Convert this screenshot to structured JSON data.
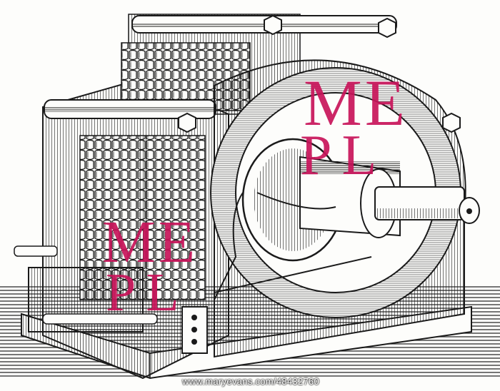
{
  "image": {
    "subject": "engraving-of-electric-dynamo"
  },
  "watermarks": [
    {
      "line1": "ME",
      "line2": "PL"
    },
    {
      "line1": "ME",
      "line2": "PL"
    }
  ],
  "caption": "www.maryevans.com/48432760",
  "colors": {
    "ink": "#1a1a1a",
    "paper": "#fdfdfb",
    "watermark": "#c8145a"
  }
}
